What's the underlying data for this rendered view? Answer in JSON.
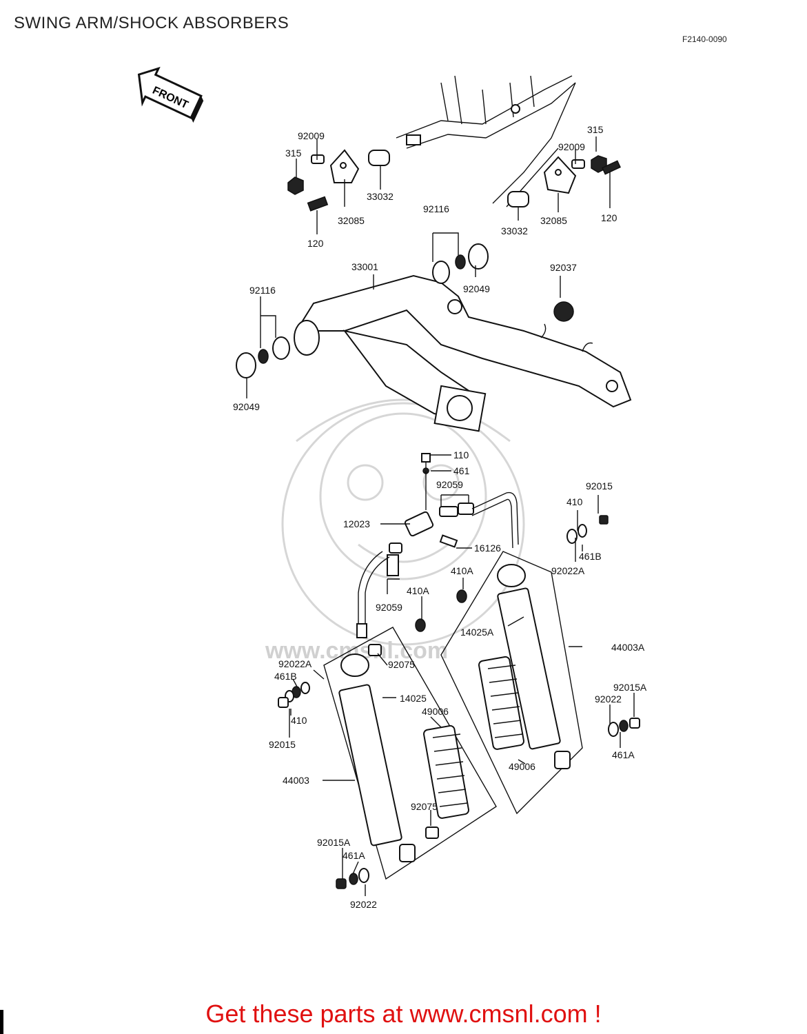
{
  "title": "SWING ARM/SHOCK ABSORBERS",
  "figure_no": "F2140-0090",
  "front_label": "FRONT",
  "watermark": "www.cmsnl.com",
  "promo": "Get these parts at www.cmsnl.com !",
  "labels": {
    "l92009a": "92009",
    "l315a": "315",
    "l32085a": "32085",
    "l33032a": "33032",
    "l120a": "120",
    "l92009b": "92009",
    "l315b": "315",
    "l32085b": "32085",
    "l33032b": "33032",
    "l120b": "120",
    "l92116a": "92116",
    "l92049a": "92049",
    "l33001": "33001",
    "l92037": "92037",
    "l92116b": "92116",
    "l92049b": "92049",
    "l110": "110",
    "l461": "461",
    "l92059a": "92059",
    "l12023": "12023",
    "l16126": "16126",
    "l92059b": "92059",
    "l410Aa": "410A",
    "l410Ab": "410A",
    "l92015a": "92015",
    "l410a": "410",
    "l461Ba": "461B",
    "l92022Aa": "92022A",
    "l14025A": "14025A",
    "l44003A": "44003A",
    "l92022Ab": "92022A",
    "l461Bb": "461B",
    "l410b": "410",
    "l92015b": "92015",
    "l92075a": "92075",
    "l14025": "14025",
    "l49006a": "49006",
    "l44003": "44003",
    "l92075b": "92075",
    "l49006b": "49006",
    "l92015Aa": "92015A",
    "l92022a": "92022",
    "l461Aa": "461A",
    "l92015Ab": "92015A",
    "l461Ab": "461A",
    "l92022b": "92022"
  }
}
